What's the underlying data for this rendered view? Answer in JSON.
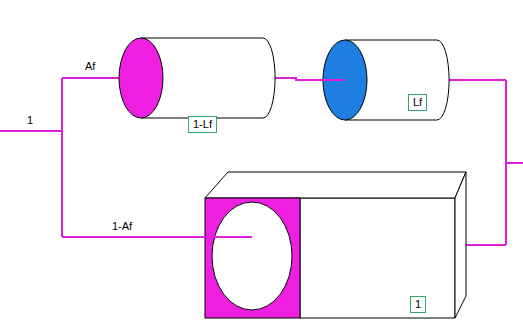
{
  "diagram": {
    "nodes": [
      {
        "text": [
          "1-Lf"
        ]
      },
      {
        "text": [
          "Lf"
        ]
      },
      {
        "text": [
          "1"
        ]
      }
    ],
    "edges": [
      {
        "from": 0,
        "to": 1,
        "arrow": "none"
      }
    ],
    "labels": [
      "1",
      "Af",
      "1-Af"
    ]
  }
}
